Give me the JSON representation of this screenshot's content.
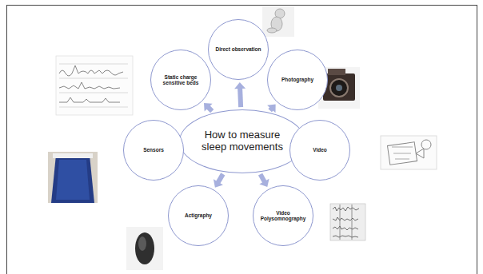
{
  "diagram": {
    "nodes": [
      {
        "text": [
          "How to measure sleep movements"
        ]
      },
      {
        "text": [
          "Direct observation"
        ]
      },
      {
        "text": [
          "Photography"
        ]
      },
      {
        "text": [
          "Video"
        ]
      },
      {
        "text": [
          "Video Polysomnography"
        ]
      },
      {
        "text": [
          "Actigraphy"
        ]
      },
      {
        "text": [
          "Sensors"
        ]
      },
      {
        "text": [
          "Static charge sensitive beds"
        ]
      }
    ],
    "edges": [
      {
        "from": 0,
        "to": 1,
        "arrow": "to"
      },
      {
        "from": 0,
        "to": 2,
        "arrow": "to"
      },
      {
        "from": 0,
        "to": 3,
        "arrow": "to"
      },
      {
        "from": 0,
        "to": 4,
        "arrow": "to"
      },
      {
        "from": 0,
        "to": 5,
        "arrow": "to"
      },
      {
        "from": 0,
        "to": 6,
        "arrow": "to"
      },
      {
        "from": 0,
        "to": 7,
        "arrow": "to"
      }
    ]
  }
}
